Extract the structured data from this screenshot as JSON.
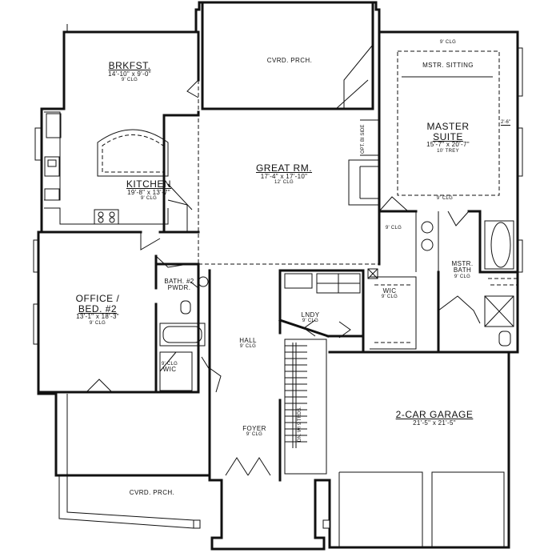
{
  "rooms": {
    "breakfast": {
      "name": "BRKFST.",
      "dims": "14'-10\" x 9'-0\"",
      "ceiling": "9' CLG"
    },
    "covered_porch_rear": {
      "name": "CVRD. PRCH."
    },
    "master_sitting": {
      "name": "MSTR. SITTING"
    },
    "master_suite": {
      "name_line1": "MASTER",
      "name_line2": "SUITE",
      "dims": "15'-7\" x 20'-7\"",
      "ceiling": "10' TREY"
    },
    "great_room": {
      "name": "GREAT RM.",
      "dims": "17'-4\" x 17'-10\"",
      "ceiling": "12' CLG"
    },
    "kitchen": {
      "name": "KITCHEN",
      "dims": "19'-8\" x 13'-7\"",
      "ceiling": "9' CLG"
    },
    "office": {
      "name_line1": "OFFICE /",
      "name_line2": "BED. #2",
      "dims": "13'-1\" x 18'-3\"",
      "ceiling": "9' CLG"
    },
    "bath2": {
      "name_line1": "BATH. #2",
      "name_line2": "PWDR."
    },
    "hall": {
      "name": "HALL",
      "ceiling": "9' CLG"
    },
    "laundry": {
      "name": "LNDY",
      "ceiling": "9' CLG"
    },
    "wic_master": {
      "name": "WIC",
      "ceiling": "9' CLG"
    },
    "master_bath": {
      "name_line1": "MSTR.",
      "name_line2": "BATH",
      "ceiling": "9' CLG"
    },
    "wic_office": {
      "ceiling": "9' CLG",
      "name": "WIC"
    },
    "foyer": {
      "name": "FOYER",
      "ceiling": "9' CLG"
    },
    "garage": {
      "name": "2-CAR GARAGE",
      "dims": "21'-5\" x 21'-5\""
    },
    "covered_porch_front": {
      "name": "CVRD. PRCH."
    }
  },
  "notes": {
    "master_top_clg": "9' CLG",
    "master_bottom_clg": "9' CLG",
    "hall_side_clg": "9' CLG",
    "opt_bi_side": "OPT. BI SIDE",
    "dim_2_6": "2'-6\"",
    "down_stairs": "DN. W/ 9 TRDS."
  }
}
